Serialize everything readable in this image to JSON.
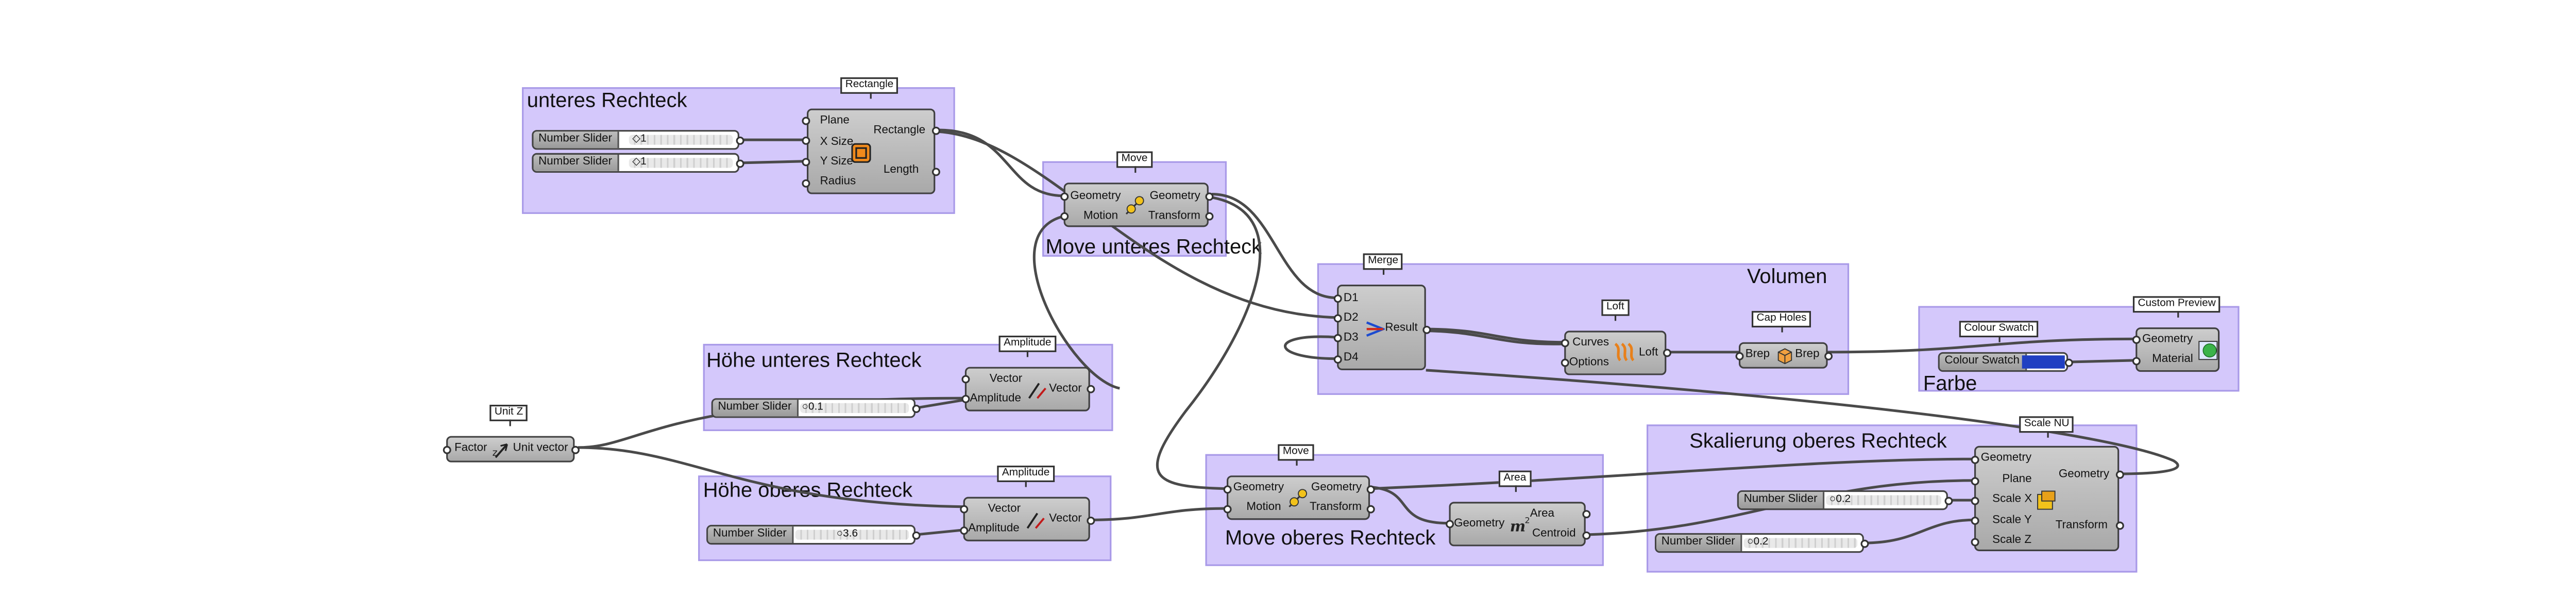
{
  "groups": {
    "unteres_rechteck": "unteres Rechteck",
    "move_unteres": "Move unteres Rechteck",
    "volumen": "Volumen",
    "farbe": "Farbe",
    "hoehe_unteres": "Höhe unteres Rechteck",
    "hoehe_oberes": "Höhe oberes Rechteck",
    "move_oberes": "Move oberes Rechteck",
    "skalierung": "Skalierung oberes Rechteck"
  },
  "components": {
    "rectangle": {
      "tag": "Rectangle",
      "inputs": [
        "Plane",
        "X Size",
        "Y Size",
        "Radius"
      ],
      "outputs": [
        "Rectangle",
        "Length"
      ]
    },
    "move_top": {
      "tag": "Move",
      "inputs": [
        "Geometry",
        "Motion"
      ],
      "outputs": [
        "Geometry",
        "Transform"
      ]
    },
    "merge": {
      "tag": "Merge",
      "inputs": [
        "D1",
        "D2",
        "D3",
        "D4"
      ],
      "outputs": [
        "Result"
      ]
    },
    "loft": {
      "tag": "Loft",
      "inputs": [
        "Curves",
        "Options"
      ],
      "outputs": [
        "Loft"
      ]
    },
    "cap_holes": {
      "tag": "Cap Holes",
      "inputs": [
        "Brep"
      ],
      "outputs": [
        "Brep"
      ]
    },
    "colour_swatch": {
      "tag": "Colour Swatch",
      "label": "Colour Swatch",
      "color": "#1f3fc2"
    },
    "custom_preview": {
      "tag": "Custom Preview",
      "inputs": [
        "Geometry",
        "Material"
      ]
    },
    "unit_z": {
      "tag": "Unit Z",
      "inputs": [
        "Factor"
      ],
      "outputs": [
        "Unit vector"
      ]
    },
    "amplitude_1": {
      "tag": "Amplitude",
      "inputs": [
        "Vector",
        "Amplitude"
      ],
      "outputs": [
        "Vector"
      ]
    },
    "amplitude_2": {
      "tag": "Amplitude",
      "inputs": [
        "Vector",
        "Amplitude"
      ],
      "outputs": [
        "Vector"
      ]
    },
    "move_bottom": {
      "tag": "Move",
      "inputs": [
        "Geometry",
        "Motion"
      ],
      "outputs": [
        "Geometry",
        "Transform"
      ]
    },
    "area": {
      "tag": "Area",
      "inputs": [
        "Geometry"
      ],
      "outputs": [
        "Area",
        "Centroid"
      ]
    },
    "scale_nu": {
      "tag": "Scale NU",
      "inputs": [
        "Geometry",
        "Plane",
        "Scale X",
        "Scale Y",
        "Scale Z"
      ],
      "outputs": [
        "Geometry",
        "Transform"
      ]
    }
  },
  "sliders": [
    {
      "label": "Number Slider",
      "value": "1"
    },
    {
      "label": "Number Slider",
      "value": "1"
    },
    {
      "label": "Number Slider",
      "value": "0.1"
    },
    {
      "label": "Number Slider",
      "value": "3.6"
    },
    {
      "label": "Number Slider",
      "value": "0.2"
    },
    {
      "label": "Number Slider",
      "value": "0.2"
    }
  ],
  "colors": {
    "group_fill": "#d4c8fb",
    "wire": "#4a4a4a",
    "swatch": "#1f3fc2"
  }
}
